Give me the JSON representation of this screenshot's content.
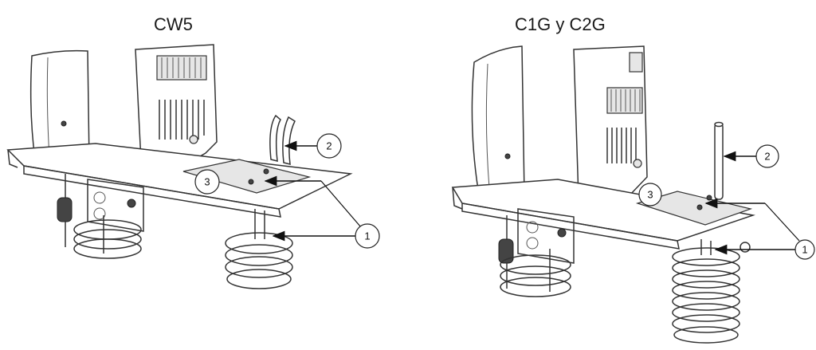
{
  "titles": {
    "left": "CW5",
    "right": "C1G y C2G"
  },
  "callouts": {
    "left": [
      "1",
      "2",
      "3"
    ],
    "right": [
      "1",
      "2",
      "3"
    ]
  }
}
